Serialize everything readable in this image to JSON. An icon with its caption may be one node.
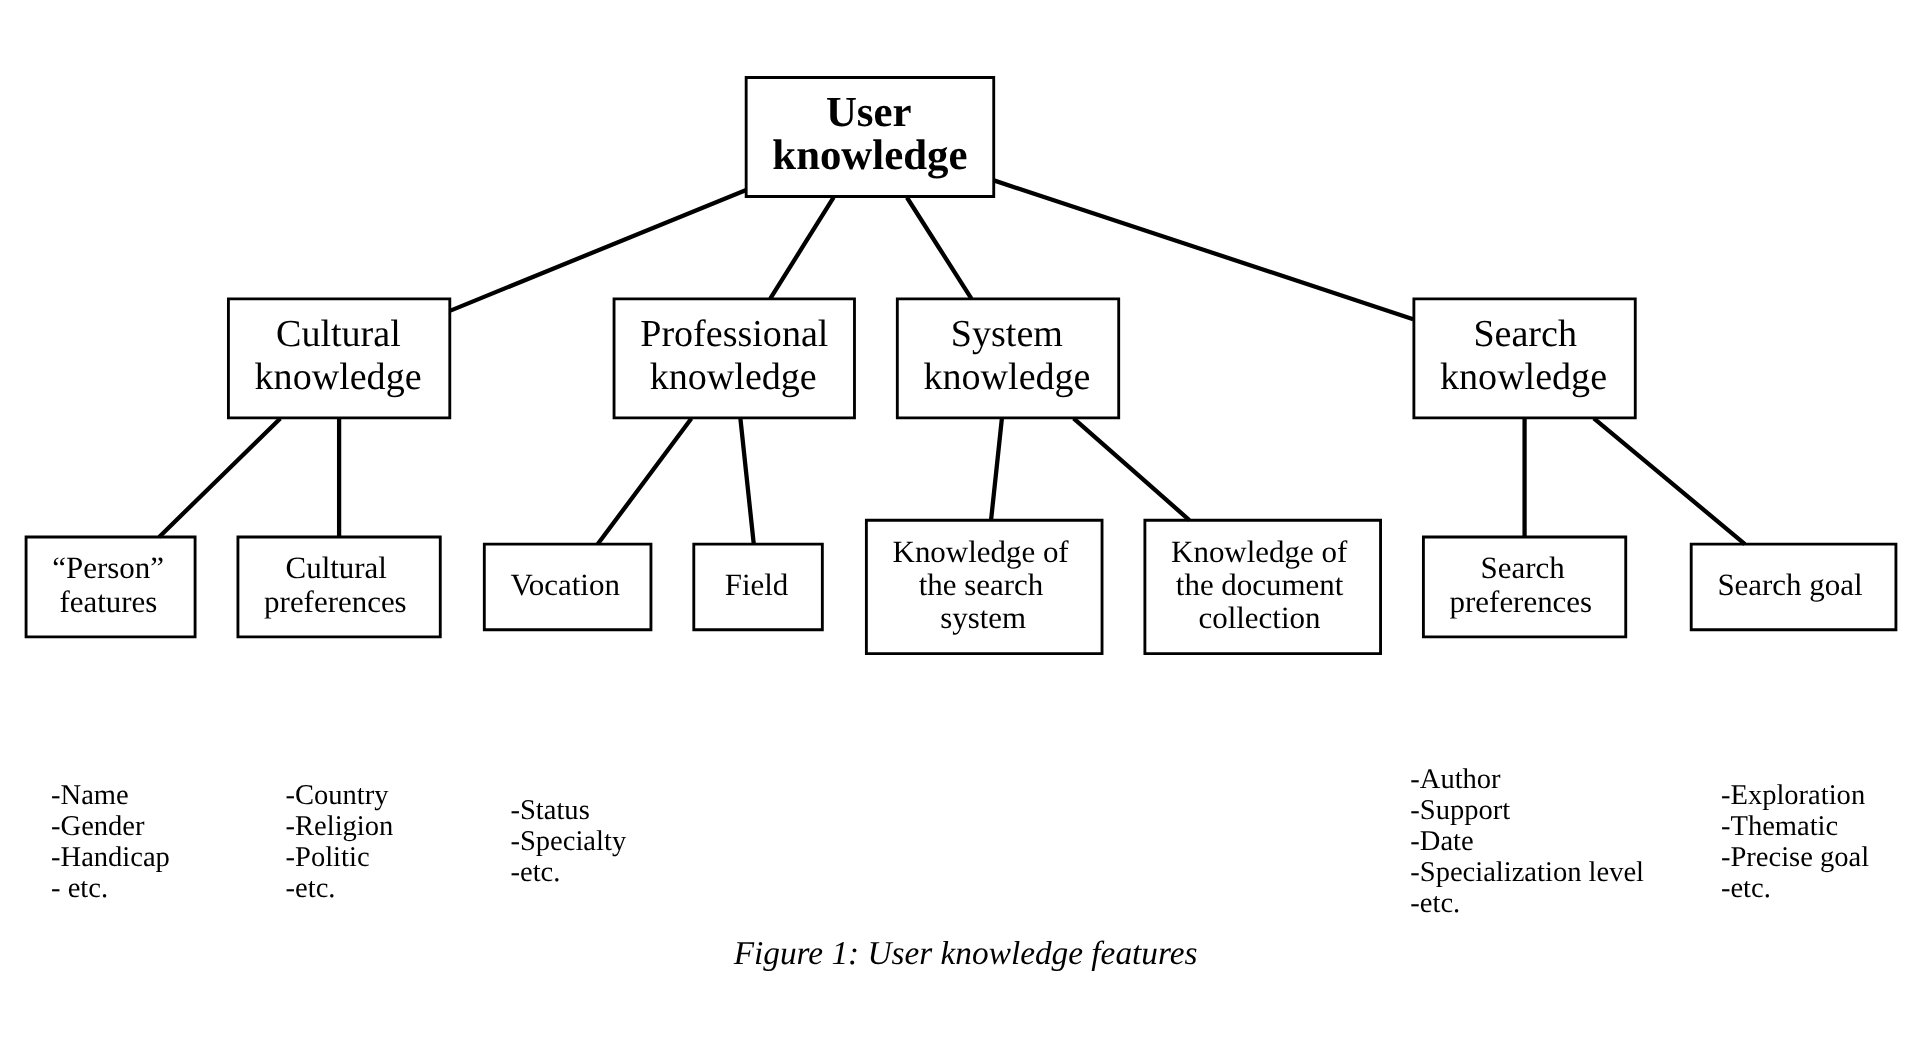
{
  "diagram": {
    "caption": "Figure 1: User knowledge features",
    "nodes": [
      {
        "text": [
          "User knowledge"
        ]
      },
      {
        "text": [
          "Cultural knowledge"
        ]
      },
      {
        "text": [
          "Professional knowledge"
        ]
      },
      {
        "text": [
          "System knowledge"
        ]
      },
      {
        "text": [
          "Search knowledge"
        ]
      },
      {
        "text": [
          "“Person” features"
        ],
        "beside": [
          "-Name",
          "-Gender",
          "-Handicap",
          "- etc."
        ]
      },
      {
        "text": [
          "Cultural preferences"
        ],
        "beside": [
          "-Country",
          "-Religion",
          "-Politic",
          "-etc."
        ]
      },
      {
        "text": [
          "Vocation"
        ],
        "beside": [
          "-Status",
          "-Specialty",
          "-etc."
        ]
      },
      {
        "text": [
          "Field"
        ]
      },
      {
        "text": [
          "Knowledge of the search system"
        ]
      },
      {
        "text": [
          "Knowledge of the document collection"
        ]
      },
      {
        "text": [
          "Search preferences"
        ],
        "beside": [
          "-Author",
          "-Support",
          "-Date",
          "-Specialization level",
          "-etc."
        ]
      },
      {
        "text": [
          "Search goal"
        ],
        "beside": [
          "-Exploration",
          "-Thematic",
          "-Precise goal",
          "-etc."
        ]
      }
    ],
    "edges": [
      {
        "from": 0,
        "to": 1,
        "arrow": "none"
      },
      {
        "from": 0,
        "to": 2,
        "arrow": "none"
      },
      {
        "from": 0,
        "to": 3,
        "arrow": "none"
      },
      {
        "from": 0,
        "to": 4,
        "arrow": "none"
      },
      {
        "from": 1,
        "to": 5,
        "arrow": "none"
      },
      {
        "from": 1,
        "to": 6,
        "arrow": "none"
      },
      {
        "from": 2,
        "to": 7,
        "arrow": "none"
      },
      {
        "from": 2,
        "to": 8,
        "arrow": "none"
      },
      {
        "from": 3,
        "to": 9,
        "arrow": "none"
      },
      {
        "from": 3,
        "to": 10,
        "arrow": "none"
      },
      {
        "from": 4,
        "to": 11,
        "arrow": "none"
      },
      {
        "from": 4,
        "to": 12,
        "arrow": "none"
      }
    ]
  }
}
